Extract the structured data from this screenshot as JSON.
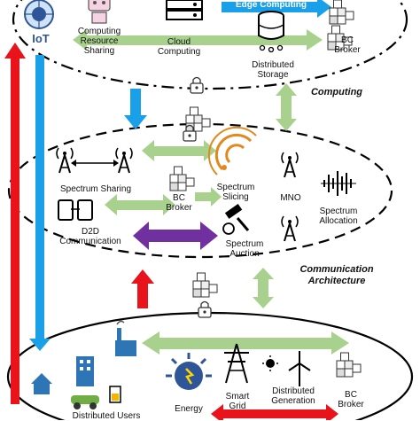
{
  "layers": {
    "computing": "Computing",
    "communication": "Communication Architecture",
    "energy": ""
  },
  "top": {
    "iot": "IoT",
    "computing_resource_sharing": "Computing Resource Sharing",
    "edge_computing": "Edge Computing",
    "cloud_computing": "Cloud Computing",
    "distributed_storage": "Distributed Storage",
    "bc_broker": "BC Broker"
  },
  "middle": {
    "spectrum_sharing": "Spectrum Sharing",
    "bc_broker": "BC Broker",
    "spectrum_slicing": "Spectrum Slicing",
    "mno": "MNO",
    "spectrum_allocation": "Spectrum Allocation",
    "d2d": "D2D Communication",
    "spectrum_auction": "Spectrum Auction"
  },
  "bottom": {
    "distributed_users": "Distributed Users",
    "energy": "Energy",
    "smart_grid": "Smart Grid",
    "distributed_generation": "Distributed Generation",
    "bc_broker": "BC Broker"
  },
  "colors": {
    "green_arrow": "#a9d18e",
    "blue_arrow": "#1aa0e8",
    "red_arrow": "#e8131b",
    "purple_arrow": "#7030a0",
    "ring": "#000000"
  },
  "icons": [
    "globe-gear-icon",
    "robot-icon",
    "server-icon",
    "cloud-icon",
    "database-icon",
    "cubes-icon",
    "lock-chain-icon",
    "antenna-icon",
    "radar-icon",
    "tower-icon",
    "waveform-icon",
    "tablet-icon",
    "gavel-icon",
    "factory-icon",
    "house-icon",
    "building-icon",
    "car-icon",
    "battery-icon",
    "bulb-icon",
    "pylon-icon",
    "solar-icon",
    "wind-icon"
  ]
}
